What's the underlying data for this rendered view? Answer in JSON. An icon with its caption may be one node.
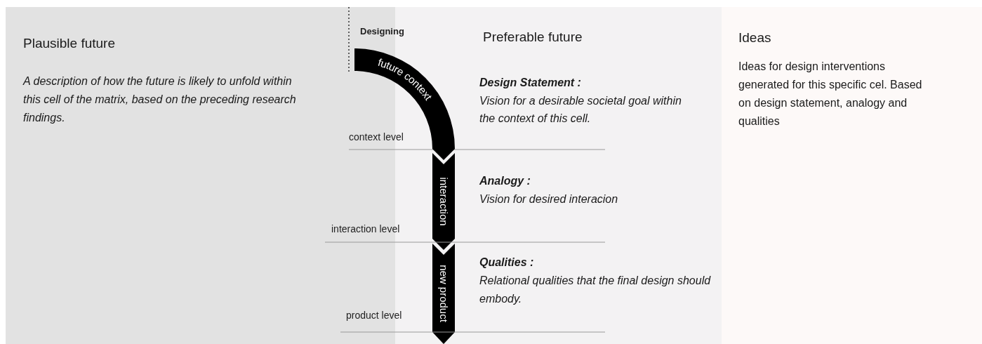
{
  "diagram": {
    "nodes": [
      {
        "text": [
          "Plausible future",
          "A description of how the future is likely to unfold within this cell of the matrix, based on the preceding research findings."
        ]
      },
      {
        "text": [
          "Preferable future",
          "Design Statement :",
          "Vision for a desirable societal goal within the context of this cell.",
          "Analogy :",
          "Vision for desired interacion",
          "Qualities :",
          "Relational qualities that the final design should embody."
        ]
      },
      {
        "text": [
          "Ideas",
          "Ideas for design interventions generated for this specific cel. Based on design statement, analogy and qualities"
        ]
      },
      {
        "text": [
          "future context"
        ]
      },
      {
        "text": [
          "interaction"
        ],
        "in": 1
      },
      {
        "text": [
          "new product"
        ],
        "in": 1
      }
    ],
    "labels": [
      "Designing",
      "context level",
      "interaction level",
      "product level"
    ]
  }
}
